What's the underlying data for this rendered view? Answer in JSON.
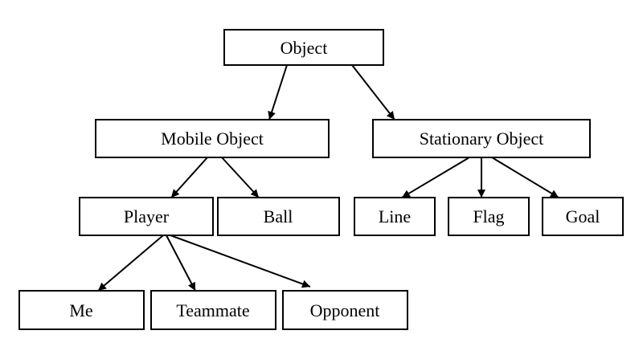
{
  "diagram": {
    "nodes": {
      "object": "Object",
      "mobile_object": "Mobile Object",
      "stationary_object": "Stationary Object",
      "player": "Player",
      "ball": "Ball",
      "line": "Line",
      "flag": "Flag",
      "goal": "Goal",
      "me": "Me",
      "teammate": "Teammate",
      "opponent": "Opponent"
    },
    "edges": [
      {
        "from": "object",
        "to": "mobile_object"
      },
      {
        "from": "object",
        "to": "stationary_object"
      },
      {
        "from": "mobile_object",
        "to": "player"
      },
      {
        "from": "mobile_object",
        "to": "ball"
      },
      {
        "from": "stationary_object",
        "to": "line"
      },
      {
        "from": "stationary_object",
        "to": "flag"
      },
      {
        "from": "stationary_object",
        "to": "goal"
      },
      {
        "from": "player",
        "to": "me"
      },
      {
        "from": "player",
        "to": "teammate"
      },
      {
        "from": "player",
        "to": "opponent"
      }
    ]
  }
}
